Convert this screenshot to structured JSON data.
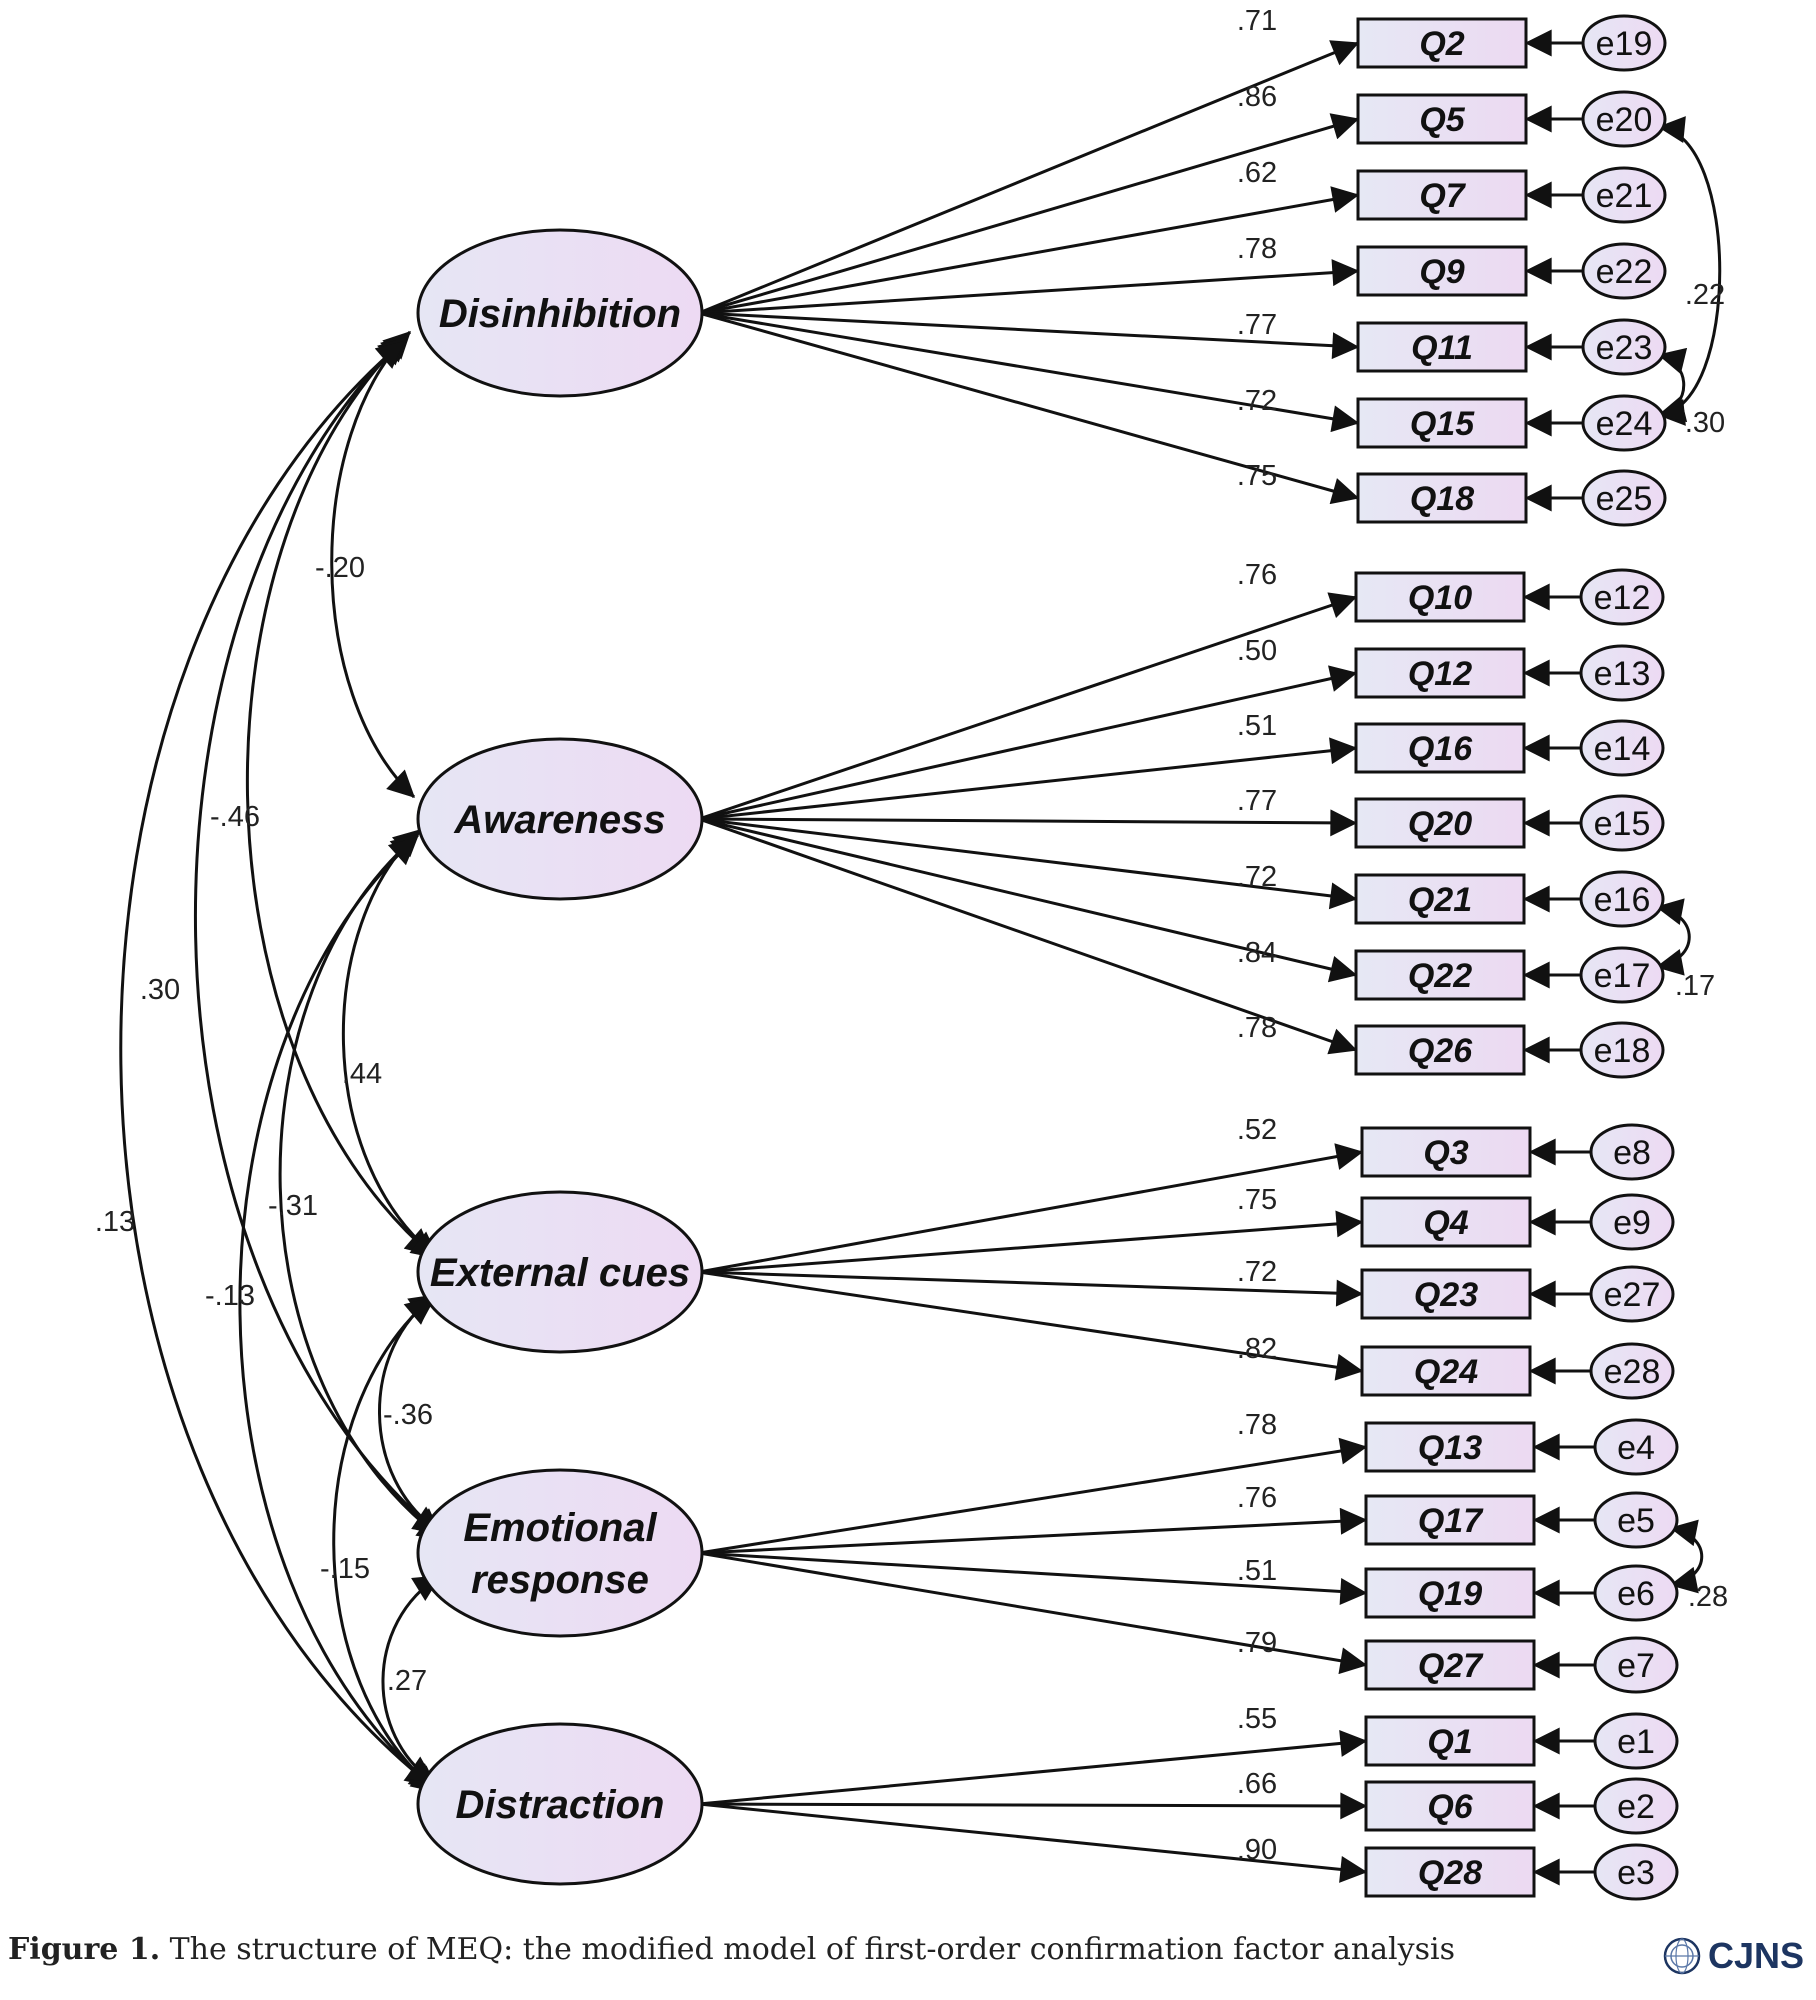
{
  "figure": {
    "caption_prefix": "Figure 1.",
    "caption_text": " The structure of MEQ: the modified model of first-order confirmation factor analysis",
    "logo_text": "CJNS"
  },
  "factors": [
    {
      "name": "Disinhibition",
      "lines": [
        "Disinhibition"
      ]
    },
    {
      "name": "Awareness",
      "lines": [
        "Awareness"
      ]
    },
    {
      "name": "External cues",
      "lines": [
        "External cues"
      ]
    },
    {
      "name": "Emotional response",
      "lines": [
        "Emotional",
        "response"
      ]
    },
    {
      "name": "Distraction",
      "lines": [
        "Distraction"
      ]
    }
  ],
  "items": [
    {
      "label": "Q2",
      "error": "e19",
      "loading": ".71",
      "factor": 0
    },
    {
      "label": "Q5",
      "error": "e20",
      "loading": ".86",
      "factor": 0
    },
    {
      "label": "Q7",
      "error": "e21",
      "loading": ".62",
      "factor": 0
    },
    {
      "label": "Q9",
      "error": "e22",
      "loading": ".78",
      "factor": 0
    },
    {
      "label": "Q11",
      "error": "e23",
      "loading": ".77",
      "factor": 0
    },
    {
      "label": "Q15",
      "error": "e24",
      "loading": ".72",
      "factor": 0
    },
    {
      "label": "Q18",
      "error": "e25",
      "loading": ".75",
      "factor": 0
    },
    {
      "label": "Q10",
      "error": "e12",
      "loading": ".76",
      "factor": 1
    },
    {
      "label": "Q12",
      "error": "e13",
      "loading": ".50",
      "factor": 1
    },
    {
      "label": "Q16",
      "error": "e14",
      "loading": ".51",
      "factor": 1
    },
    {
      "label": "Q20",
      "error": "e15",
      "loading": ".77",
      "factor": 1
    },
    {
      "label": "Q21",
      "error": "e16",
      "loading": ".72",
      "factor": 1
    },
    {
      "label": "Q22",
      "error": "e17",
      "loading": ".84",
      "factor": 1
    },
    {
      "label": "Q26",
      "error": "e18",
      "loading": ".78",
      "factor": 1
    },
    {
      "label": "Q3",
      "error": "e8",
      "loading": ".52",
      "factor": 2
    },
    {
      "label": "Q4",
      "error": "e9",
      "loading": ".75",
      "factor": 2
    },
    {
      "label": "Q23",
      "error": "e27",
      "loading": ".72",
      "factor": 2
    },
    {
      "label": "Q24",
      "error": "e28",
      "loading": ".82",
      "factor": 2
    },
    {
      "label": "Q13",
      "error": "e4",
      "loading": ".78",
      "factor": 3
    },
    {
      "label": "Q17",
      "error": "e5",
      "loading": ".76",
      "factor": 3
    },
    {
      "label": "Q19",
      "error": "e6",
      "loading": ".51",
      "factor": 3
    },
    {
      "label": "Q27",
      "error": "e7",
      "loading": ".79",
      "factor": 3
    },
    {
      "label": "Q1",
      "error": "e1",
      "loading": ".55",
      "factor": 4
    },
    {
      "label": "Q6",
      "error": "e2",
      "loading": ".66",
      "factor": 4
    },
    {
      "label": "Q28",
      "error": "e3",
      "loading": ".90",
      "factor": 4
    }
  ],
  "factor_covariances": [
    {
      "from": 0,
      "to": 1,
      "value": "-.20"
    },
    {
      "from": 0,
      "to": 2,
      "value": "-.46"
    },
    {
      "from": 0,
      "to": 3,
      "value": ".30"
    },
    {
      "from": 0,
      "to": 4,
      "value": ".13"
    },
    {
      "from": 1,
      "to": 2,
      "value": ".44"
    },
    {
      "from": 1,
      "to": 3,
      "value": "-.31"
    },
    {
      "from": 1,
      "to": 4,
      "value": "-.13"
    },
    {
      "from": 2,
      "to": 3,
      "value": "-.36"
    },
    {
      "from": 2,
      "to": 4,
      "value": "-.15"
    },
    {
      "from": 3,
      "to": 4,
      "value": ".27"
    }
  ],
  "error_covariances": [
    {
      "a": "e20",
      "b": "e24",
      "value": ".22"
    },
    {
      "a": "e23",
      "b": "e24",
      "value": ".30"
    },
    {
      "a": "e16",
      "b": "e17",
      "value": ".17"
    },
    {
      "a": "e5",
      "b": "e6",
      "value": ".28"
    }
  ],
  "colors": {
    "stroke": "#111111",
    "box_fill_start": "#e6e8f4",
    "box_fill_end": "#ecd9f2",
    "ellipse_fill_start": "#e8e8f5",
    "ellipse_fill_end": "#ecdaf3",
    "logo": "#1d3561"
  }
}
